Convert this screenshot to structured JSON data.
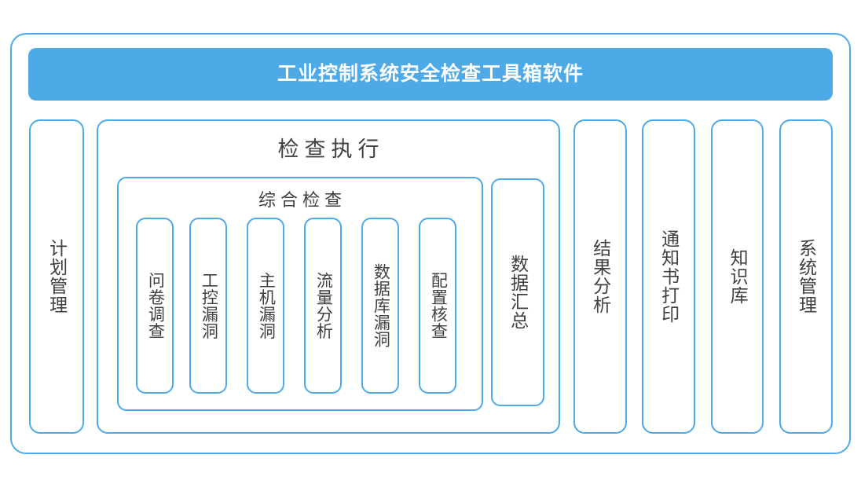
{
  "app": {
    "title": "工业控制系统安全检查工具箱软件",
    "accent_color": "#4daae6",
    "title_text_color": "#ffffff",
    "box_border_color": "#4daae6",
    "label_text_color": "#404040",
    "background_color": "#ffffff"
  },
  "modules": {
    "plan_management": "计划管理",
    "result_analysis": "结果分析",
    "notice_printing": "通知书打印",
    "knowledge_base": "知识库",
    "system_management": "系统管理"
  },
  "execution": {
    "heading": "检查执行",
    "comprehensive": {
      "heading": "综合检查",
      "items": [
        {
          "label": "问卷调查"
        },
        {
          "label": "工控漏洞"
        },
        {
          "label": "主机漏洞"
        },
        {
          "label": "流量分析"
        },
        {
          "label": "数据库漏洞"
        },
        {
          "label": "配置核查"
        }
      ]
    },
    "data_summary": "数据汇总"
  }
}
